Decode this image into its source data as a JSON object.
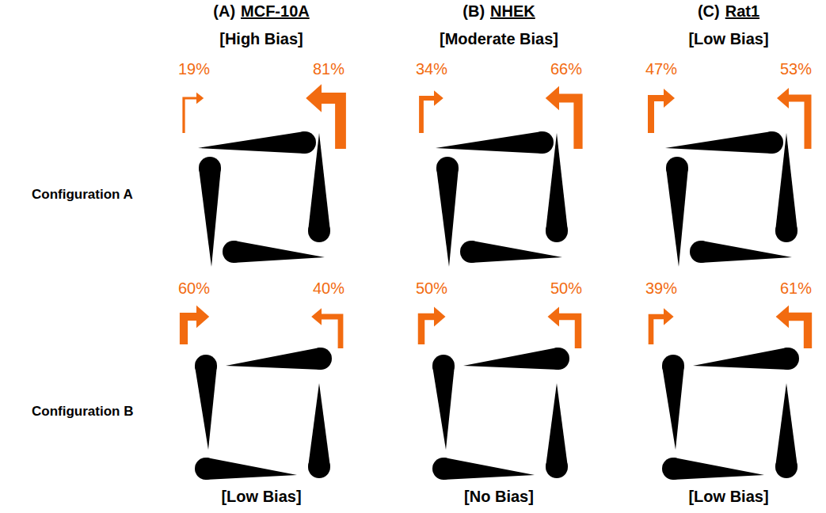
{
  "diagram": {
    "labels": [
      "(A)",
      "MCF-10A",
      "(B)",
      "NHEK",
      "(C)",
      "Rat1",
      "[High Bias]",
      "[Moderate Bias]",
      "[Low Bias]",
      "19%",
      "81%",
      "34%",
      "66%",
      "47%",
      "53%",
      "Configuration A",
      "Configuration B",
      "60%",
      "40%",
      "50%",
      "50%",
      "39%",
      "61%",
      "[Low Bias]",
      "[No Bias]",
      "[Low Bias]"
    ]
  }
}
